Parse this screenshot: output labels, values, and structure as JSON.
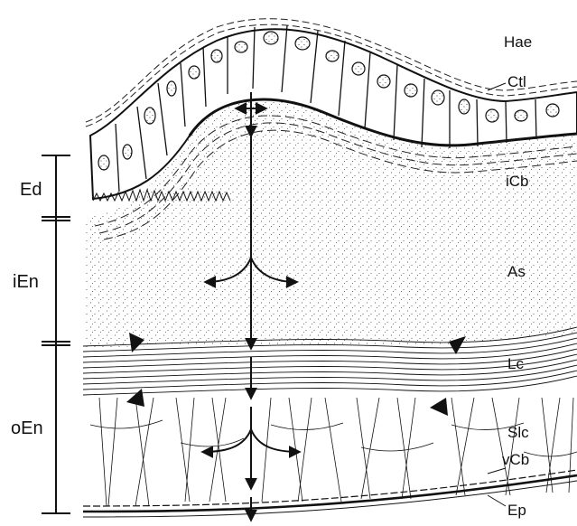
{
  "figure": {
    "layer_labels": {
      "hae": "Hae",
      "ctl": "Ctl",
      "icb": "iCb",
      "as": "As",
      "lc": "Lc",
      "slc": "Slc",
      "vcb": "vCb",
      "ep": "Ep"
    },
    "zone_labels": {
      "ed": "Ed",
      "ien": "iEn",
      "oen": "oEn"
    },
    "colors": {
      "ink": "#111111",
      "background": "#ffffff"
    }
  }
}
